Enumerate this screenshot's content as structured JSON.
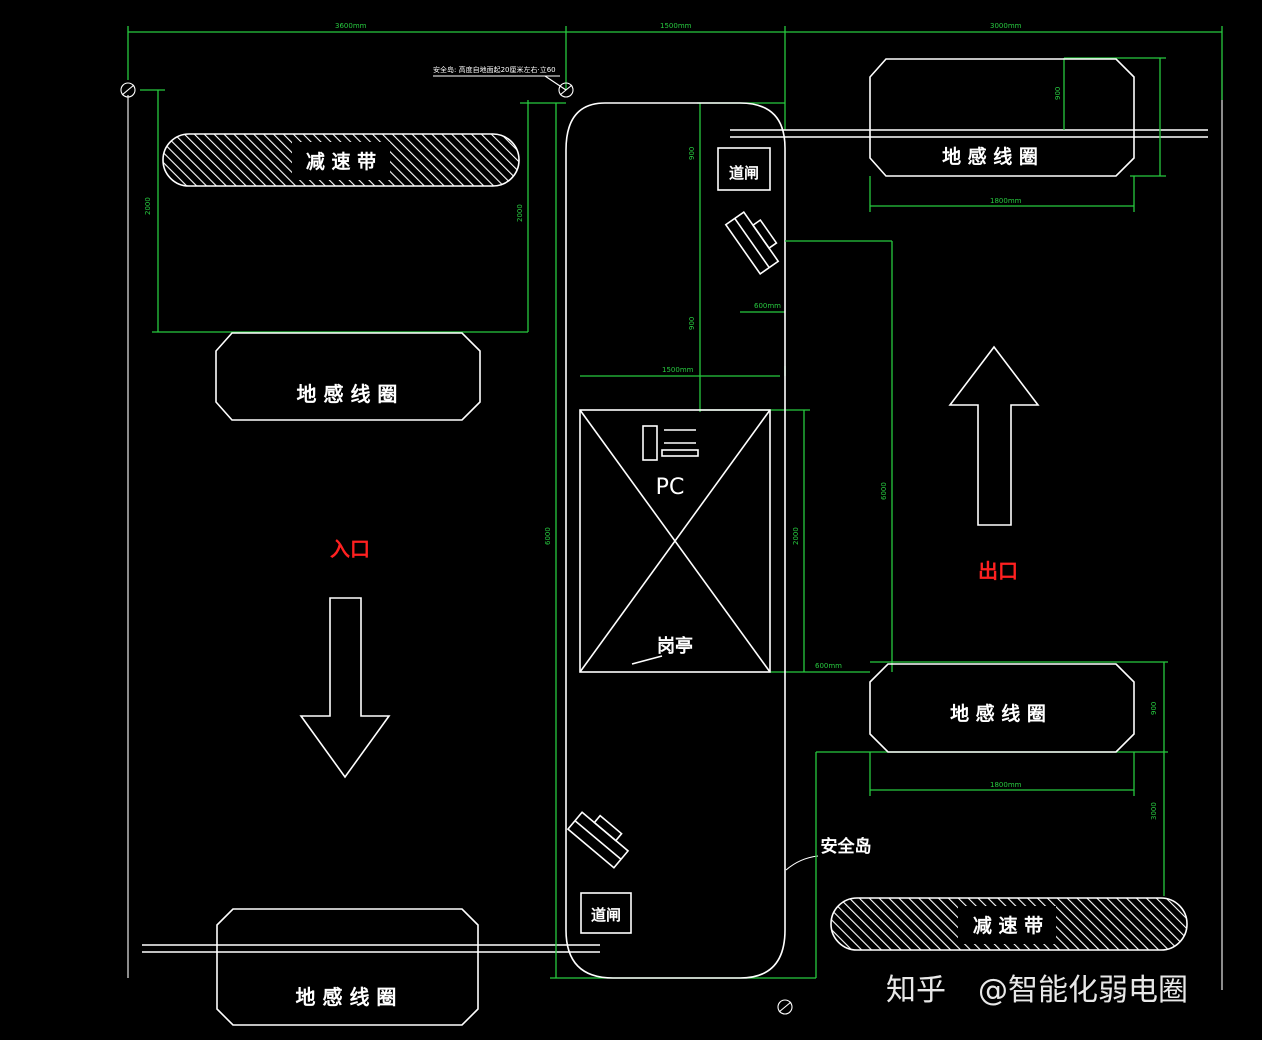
{
  "labels": {
    "speed_bump": "减 速 带",
    "ground_coil": "地 感 线 圈",
    "barrier_gate": "道闸",
    "pc": "PC",
    "booth": "岗亭",
    "safety_island": "安全岛",
    "entrance": "入口",
    "exit": "出口",
    "leader_note": "安全岛: 高度自地面起20厘米左右·立60"
  },
  "dimensions": {
    "top_left": "3600mm",
    "top_mid": "1500mm",
    "top_right": "3000mm",
    "left_h": "2000",
    "island_w": "1500mm",
    "coil_w": "1800mm",
    "coil_w2": "1800mm",
    "gap": "600mm",
    "gap2": "600mm",
    "v_long": "6000",
    "v_mid": "3000",
    "v_small": "900",
    "v_small2": "900",
    "booth_h": "2000",
    "v_island": "6000"
  },
  "watermark": {
    "brand": "知乎",
    "account": "@智能化弱电圈"
  },
  "colors": {
    "background": "#000000",
    "lines": "#ffffff",
    "dimensions": "#27c93f",
    "direction_text": "#ff2020"
  }
}
